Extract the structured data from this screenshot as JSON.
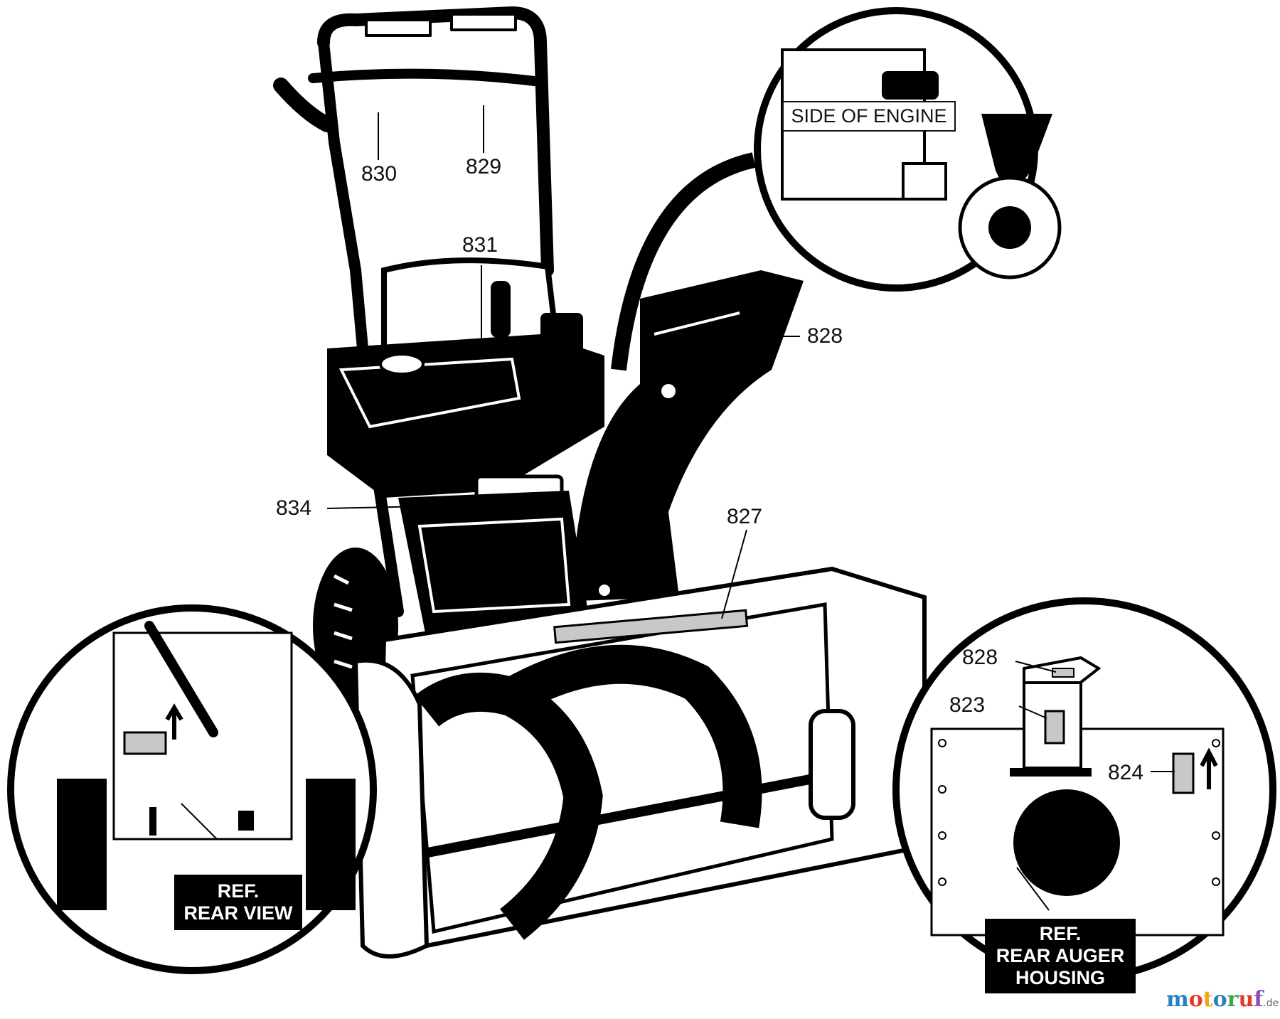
{
  "callouts": {
    "c830": "830",
    "c829": "829",
    "c831": "831",
    "c828_main": "828",
    "c834": "834",
    "c827": "827",
    "c828_inset": "828",
    "c823": "823",
    "c824": "824"
  },
  "insets": {
    "engine_label": "SIDE OF ENGINE",
    "rear_view_line1": "REF.",
    "rear_view_line2": "REAR VIEW",
    "auger_line1": "REF.",
    "auger_line2": "REAR AUGER",
    "auger_line3": "HOUSING"
  },
  "watermark": {
    "letters": [
      "m",
      "o",
      "t",
      "o",
      "r",
      "u",
      "f"
    ],
    "letter_colors": [
      "#2a7fc1",
      "#e23a2e",
      "#f2a30f",
      "#2a7fc1",
      "#3aa648",
      "#e23a2e",
      "#8a4cb0"
    ],
    "suffix": ".de"
  }
}
